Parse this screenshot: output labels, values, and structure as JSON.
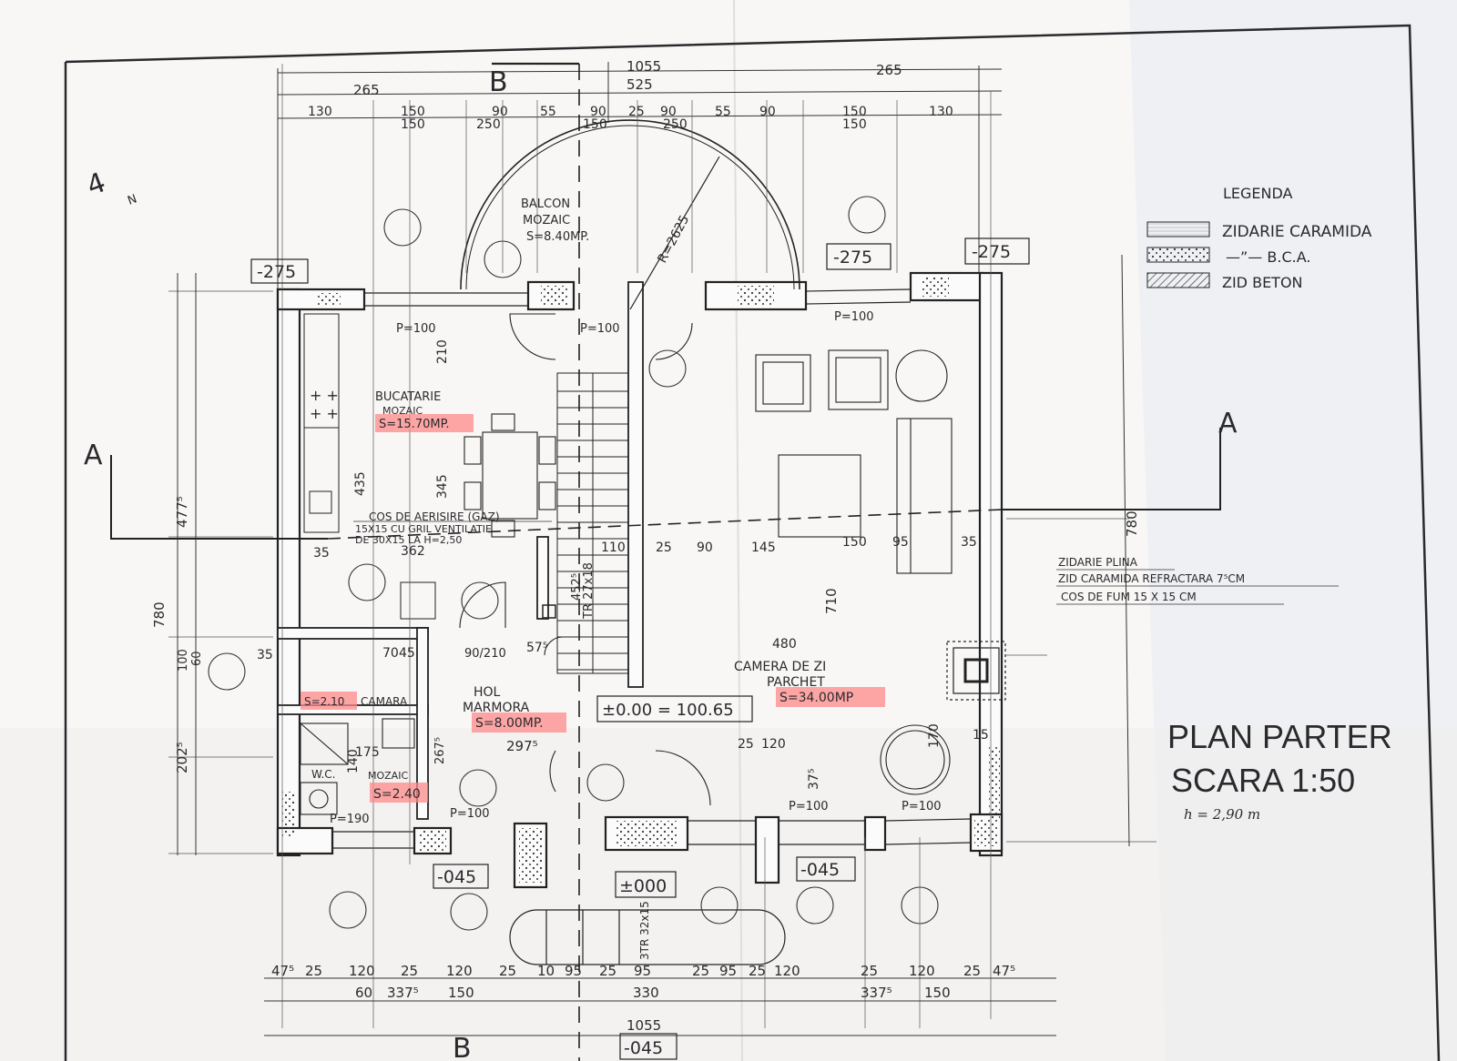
{
  "title": {
    "line1": "PLAN PARTER",
    "line2": "SCARA  1:50",
    "note": "h = 2,90 m"
  },
  "legend": {
    "heading": "LEGENDA",
    "items": [
      {
        "label": "ZIDARIE CARAMIDA",
        "pattern": "brick"
      },
      {
        "label": "—”— B.C.A.",
        "pattern": "bca"
      },
      {
        "label": "ZID BETON",
        "pattern": "concrete"
      }
    ]
  },
  "chimney_note": {
    "line1": "ZIDARIE PLINA",
    "line2": "ZID CARAMIDA REFRACTARA 7⁵CM",
    "line3": "COS DE FUM  15 X 15 CM"
  },
  "vent_note": {
    "line1": "COS DE AERISIRE (GAZ)",
    "line2": "15X15 CU GRIL VENTILATIE",
    "line3": "DE 30X15  LA H=2,50"
  },
  "rooms": {
    "kitchen": {
      "name": "BUCATARIE",
      "finish": "MOZAIC",
      "area": "S=15.70MP."
    },
    "balcony": {
      "name": "BALCON",
      "finish": "MOZAIC",
      "area": "S=8.40MP."
    },
    "living": {
      "name": "CAMERA DE ZI",
      "finish": "PARCHET",
      "area": "S=34.00MP"
    },
    "hall": {
      "name": "HOL",
      "finish": "MARMORA",
      "area": "S=8.00MP."
    },
    "pantry": {
      "name": "CAMARA",
      "area": "S=2.10"
    },
    "wc": {
      "name": "W.C.",
      "finish": "MOZAIC",
      "area": "S=2.40"
    }
  },
  "levels": {
    "main": "±0.00 = 100.65",
    "entrance": "±000",
    "rear_left": "-275",
    "rear_mid": "-275",
    "rear_right": "-275",
    "front_left": "-045",
    "front_right": "-045",
    "bottom": "-045"
  },
  "section_marks": {
    "a": "A",
    "b": "B"
  },
  "north_mark": "N",
  "radius": "R=2625",
  "stair": {
    "steps_main": "TR 27x18",
    "steps_entry": "3TR 32x15"
  },
  "windows": {
    "p100": "P=100",
    "p190": "P=190"
  },
  "dims_top": {
    "overall": "1055",
    "half": "525",
    "row1": [
      "265",
      "265"
    ],
    "row2": [
      "130",
      "150",
      "90",
      "55",
      "90",
      "25",
      "90",
      "55",
      "90",
      "150",
      "130"
    ],
    "row2b": [
      "150",
      "250",
      "150",
      "250",
      "150"
    ]
  },
  "dims_bottom": {
    "row1": [
      "47⁵",
      "25",
      "120",
      "25",
      "120",
      "25",
      "10",
      "95",
      "25",
      "95",
      "25",
      "95",
      "25",
      "120",
      "25",
      "120",
      "25",
      "47⁵"
    ],
    "row2": [
      "60",
      "337⁵",
      "150",
      "330",
      "337⁵",
      "150"
    ],
    "overall": "1055"
  },
  "dims_left": [
    "477⁵",
    "780",
    "202⁵",
    "100",
    "60"
  ],
  "dims_right": "780",
  "dims_interior": {
    "kitchen_w": "362",
    "kitchen_h": "435",
    "table": "345",
    "hall_w": "297⁵",
    "stair_run": "452⁵",
    "living_h": "710",
    "living_w": "480",
    "hall_h": "267⁵",
    "door_90_210": "90/210",
    "misc": [
      "35",
      "210",
      "110",
      "25",
      "90",
      "145",
      "150",
      "95",
      "35",
      "57⁵",
      "140",
      "175",
      "45",
      "70",
      "35",
      "120",
      "25",
      "170",
      "37⁵",
      "15"
    ]
  },
  "colors": {
    "paper": "#f7f6f4",
    "ink": "#2a2a2e",
    "highlight": "#ff8a8a"
  }
}
